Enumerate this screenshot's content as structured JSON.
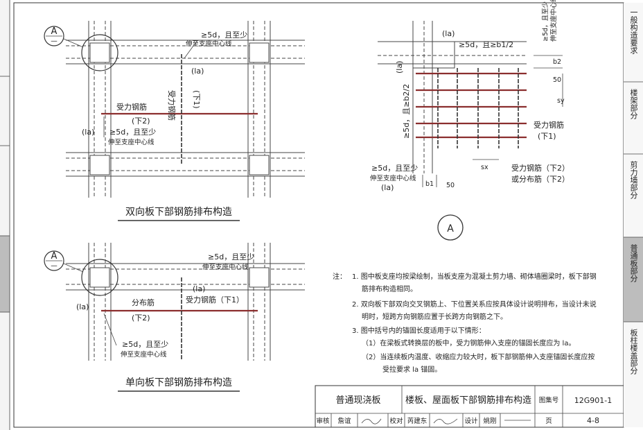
{
  "figure_1": {
    "title": "双向板下部钢筋排布构造",
    "detail_marker": "A",
    "detail_sub": "—",
    "la": "(la)",
    "anchor_note_line1": "≥5d，且至少",
    "anchor_note_line2": "伸至支座中心线",
    "bar_label": "受力钢筋",
    "bar_x2": "(下2)",
    "bar_y1": "(下1)"
  },
  "figure_2": {
    "title": "单向板下部钢筋排布构造",
    "detail_marker": "A",
    "detail_sub": "—",
    "la": "(la)",
    "anchor_note_line1": "≥5d，且至少",
    "anchor_note_line2": "伸至支座中心线",
    "dist_bar_label": "分布筋",
    "dist_bar_pos": "(下2)",
    "main_bar_label": "受力钢筋（下1）"
  },
  "detail_a": {
    "marker": "A",
    "dim_top": "≥5d，且≥b1/2",
    "dim_left": "≥5d，且≥b2/2",
    "dim_right_top_line1": "≥5d，且至少",
    "dim_right_top_line2": "伸至支座中心线",
    "la": "(la)",
    "dim_b2": "b2",
    "dim_50_right": "50",
    "dim_sy": "sy",
    "dim_sx": "sx",
    "dim_b1": "b1",
    "dim_50_bottom": "50",
    "bar_label_1": "受力钢筋",
    "bar_label_1_pos": "(下1)",
    "bar_label_2": "受力钢筋（下2）",
    "bar_label_2_alt": "或分布筋（下2）",
    "anchor_line1": "≥5d，且至少",
    "anchor_line2": "伸至支座中心线"
  },
  "notes": {
    "prefix": "注：",
    "items": [
      "1. 图中板支座均按梁绘制，当板支座为混凝土剪力墙、砌体墙圈梁时，板下部钢",
      "筋排布构造相同。",
      "2. 双向板下部双向交叉钢筋上、下位置关系应按具体设计说明排布，当设计未说",
      "明时，短跨方向钢筋应置于长跨方向钢筋之下。",
      "3. 图中括号内的锚固长度适用于以下情形：",
      "（1）在梁板式转换层的板中，受力钢筋伸入支座的锚固长度应为 la。",
      "（2）当连续板内温度、收缩应力较大时，板下部钢筋伸入支座锚固长度应按",
      "受拉要求 la 锚固。"
    ]
  },
  "title_block": {
    "category": "普通现浇板",
    "drawing_title": "楼板、屋面板下部钢筋排布构造",
    "atlas_label": "图集号",
    "atlas_no": "12G901-1",
    "review_label": "审核",
    "reviewer": "詹谊",
    "check_label": "校对",
    "checker": "芮建东",
    "design_label": "设计",
    "designer": "姚刚",
    "page_label": "页",
    "page_no": "4-8"
  },
  "sidebar": {
    "items": [
      "一般构造要求",
      "楼架部分",
      "剪力墙部分",
      "普通板部分",
      "板柱楼盖部分"
    ],
    "active_index": 3
  }
}
